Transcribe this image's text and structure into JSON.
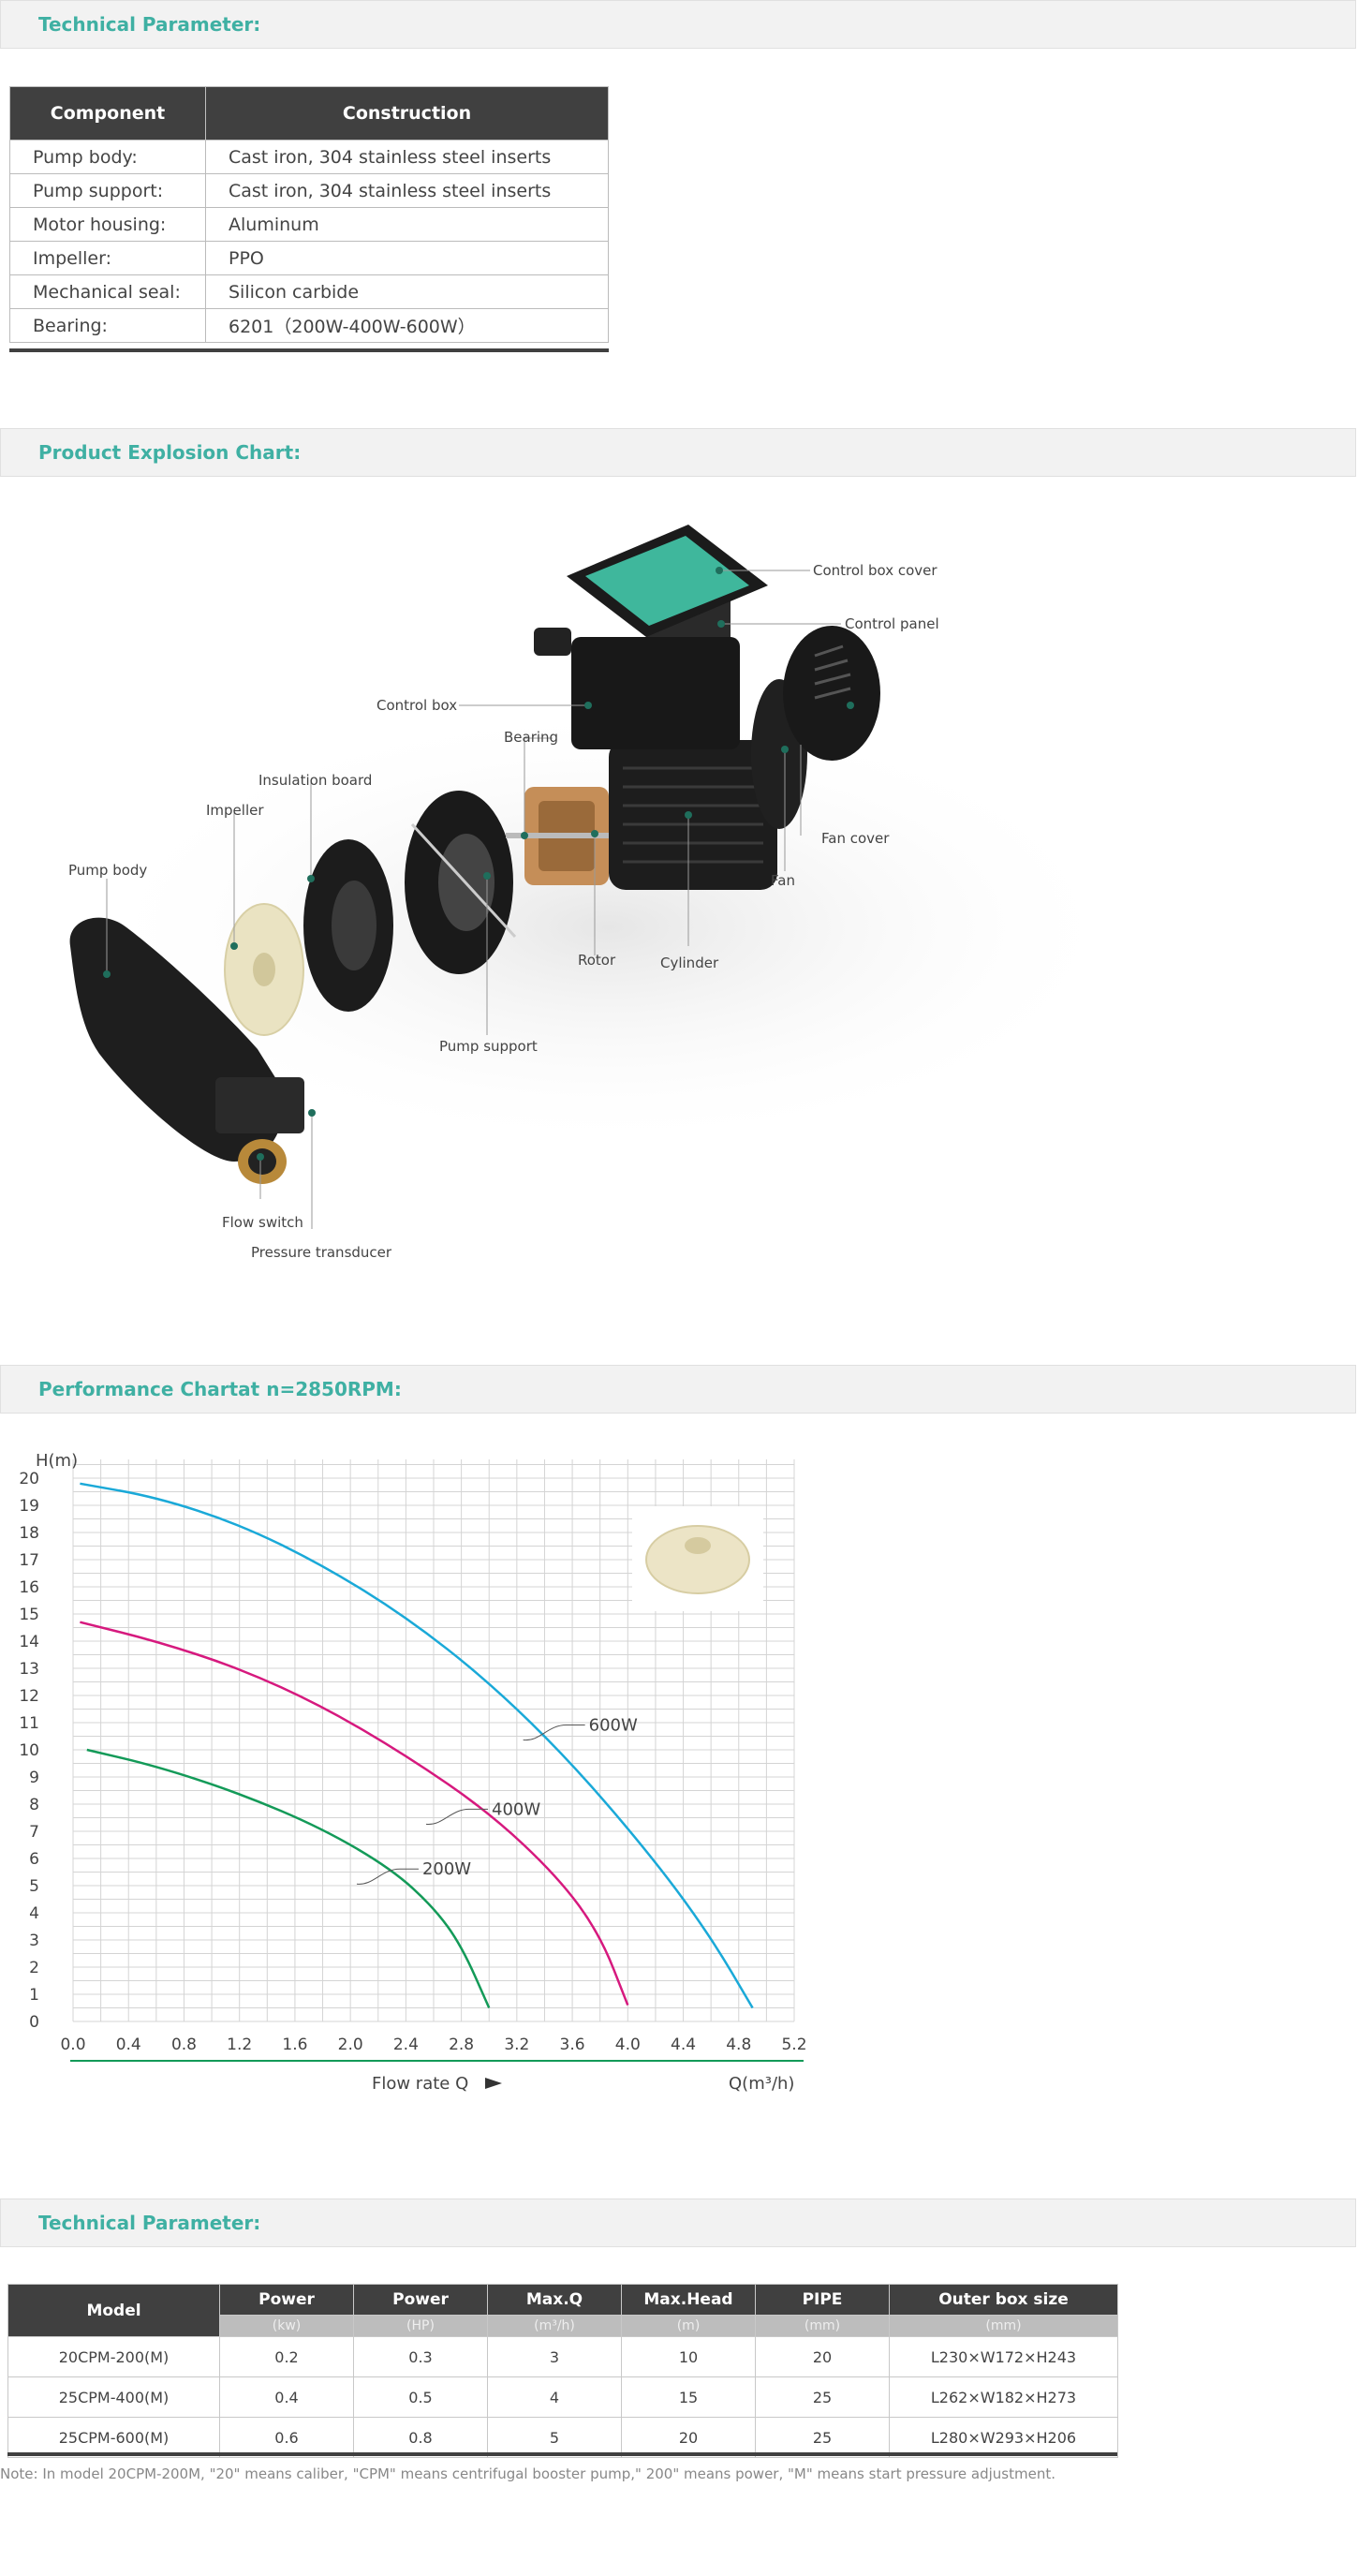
{
  "sections": {
    "tech1": "Technical Parameter:",
    "explosion": "Product Explosion Chart:",
    "performance": "Performance Chartat n=2850RPM:",
    "tech2": "Technical Parameter:"
  },
  "components_table": {
    "headers": [
      "Component",
      "Construction"
    ],
    "rows": [
      [
        "Pump body:",
        "Cast iron, 304 stainless steel inserts"
      ],
      [
        "Pump support:",
        "Cast iron, 304 stainless steel inserts"
      ],
      [
        "Motor housing:",
        "Aluminum"
      ],
      [
        "Impeller:",
        "PPO"
      ],
      [
        "Mechanical seal:",
        "Silicon carbide"
      ],
      [
        "Bearing:",
        "6201（200W-400W-600W）"
      ]
    ]
  },
  "explosion_labels": {
    "control_box_cover": "Control box cover",
    "control_panel": "Control panel",
    "control_box": "Control box",
    "bearing": "Bearing",
    "insulation_board": "Insulation board",
    "impeller": "Impeller",
    "pump_body": "Pump body",
    "fan_cover": "Fan cover",
    "fan": "Fan",
    "rotor": "Rotor",
    "cylinder": "Cylinder",
    "pump_support": "Pump support",
    "flow_switch": "Flow switch",
    "pressure_transducer": "Pressure transducer"
  },
  "chart_data": {
    "type": "line",
    "ylabel": "H(m)",
    "xlabel": "Flow rate Q",
    "xunit": "Q(m³/h)",
    "x_ticks": [
      "0.0",
      "0.4",
      "0.8",
      "1.2",
      "1.6",
      "2.0",
      "2.4",
      "2.8",
      "3.2",
      "3.6",
      "4.0",
      "4.4",
      "4.8",
      "5.2"
    ],
    "y_ticks": [
      "0",
      "1",
      "2",
      "3",
      "4",
      "5",
      "6",
      "7",
      "8",
      "9",
      "10",
      "11",
      "12",
      "13",
      "14",
      "15",
      "16",
      "17",
      "18",
      "19",
      "20"
    ],
    "xlim": [
      0,
      5.2
    ],
    "ylim": [
      0,
      20
    ],
    "grid": true,
    "series": [
      {
        "name": "600W",
        "color": "#1aa9d8",
        "points": [
          [
            0.05,
            19.8
          ],
          [
            0.6,
            19.3
          ],
          [
            1.2,
            18.3
          ],
          [
            1.8,
            16.8
          ],
          [
            2.4,
            14.9
          ],
          [
            3.0,
            12.5
          ],
          [
            3.6,
            9.5
          ],
          [
            4.2,
            5.9
          ],
          [
            4.6,
            3.1
          ],
          [
            4.9,
            0.5
          ]
        ]
      },
      {
        "name": "400W",
        "color": "#d6197e",
        "points": [
          [
            0.05,
            14.7
          ],
          [
            0.6,
            14.0
          ],
          [
            1.2,
            13.0
          ],
          [
            1.8,
            11.6
          ],
          [
            2.4,
            9.8
          ],
          [
            3.0,
            7.7
          ],
          [
            3.5,
            5.3
          ],
          [
            3.8,
            3.2
          ],
          [
            4.0,
            0.6
          ]
        ]
      },
      {
        "name": "200W",
        "color": "#139a58",
        "points": [
          [
            0.1,
            10.0
          ],
          [
            0.6,
            9.4
          ],
          [
            1.2,
            8.4
          ],
          [
            1.8,
            7.1
          ],
          [
            2.3,
            5.6
          ],
          [
            2.6,
            4.2
          ],
          [
            2.8,
            2.8
          ],
          [
            3.0,
            0.5
          ]
        ]
      }
    ],
    "series_label_anchor": [
      [
        3.3,
        10.5
      ],
      [
        2.6,
        7.4
      ],
      [
        2.1,
        5.2
      ]
    ]
  },
  "models_table": {
    "headers": [
      "Model",
      "Power",
      "Power",
      "Max.Q",
      "Max.Head",
      "PIPE",
      "Outer box size"
    ],
    "units": [
      "(kw)",
      "(HP)",
      "(m³/h)",
      "(m)",
      "(mm)",
      "(mm)"
    ],
    "rows": [
      [
        "20CPM-200(M)",
        "0.2",
        "0.3",
        "3",
        "10",
        "20",
        "L230×W172×H243"
      ],
      [
        "25CPM-400(M)",
        "0.4",
        "0.5",
        "4",
        "15",
        "25",
        "L262×W182×H273"
      ],
      [
        "25CPM-600(M)",
        "0.6",
        "0.8",
        "5",
        "20",
        "25",
        "L280×W293×H206"
      ]
    ]
  },
  "note": "Note: In model 20CPM-200M, \"20\" means caliber, \"CPM\" means centrifugal booster pump,\" 200\" means power, \"M\" means start pressure adjustment.",
  "colors": {
    "accent": "#3fb0a3",
    "header_bg": "#404040"
  }
}
